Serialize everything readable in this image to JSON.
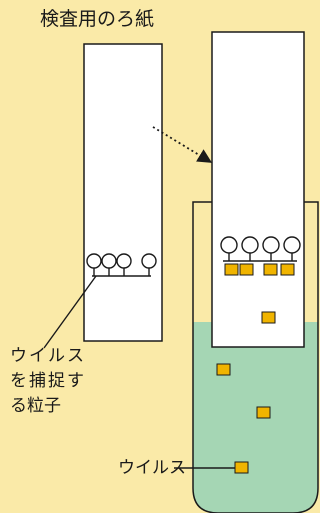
{
  "labels": {
    "title": "検査用のろ紙",
    "capture_line1": "ウイルス",
    "capture_line2": "を捕捉す",
    "capture_line3": "る粒子",
    "virus": "ウイルス"
  },
  "colors": {
    "background": "#faeaa8",
    "liquid": "#a5d6b4",
    "virus_particle": "#f0b400",
    "outline": "#1a1a1a",
    "paper": "#ffffff"
  }
}
